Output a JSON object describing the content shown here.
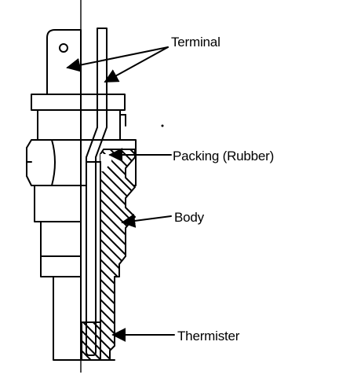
{
  "labels": {
    "terminal": "Terminal",
    "packing": "Packing (Rubber)",
    "body": "Body",
    "thermister": "Thermister"
  },
  "colors": {
    "ink": "#000000",
    "paper": "#ffffff"
  }
}
